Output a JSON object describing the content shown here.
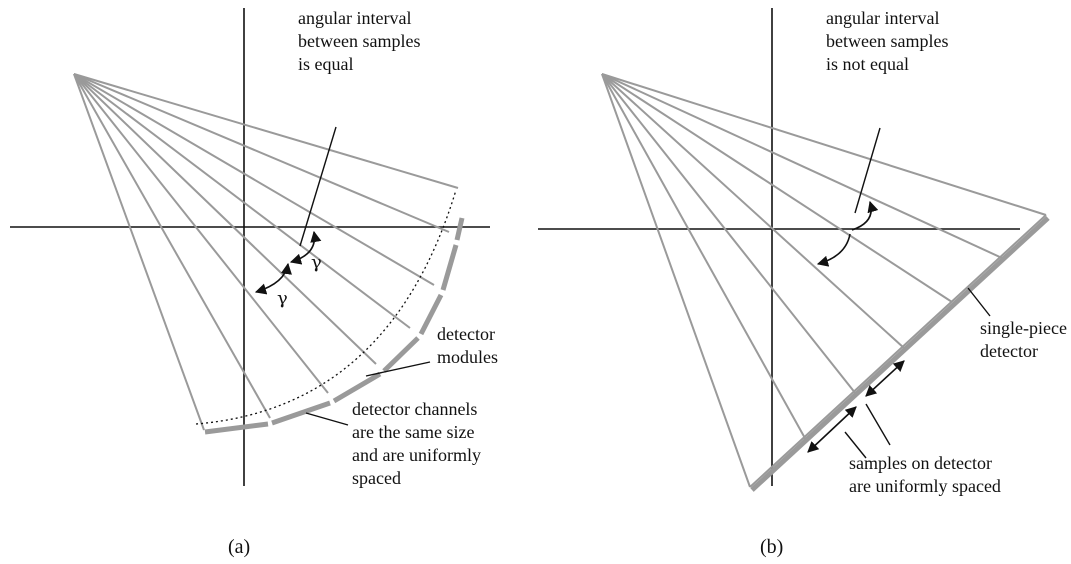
{
  "panel_a": {
    "caption": "(a)",
    "label_angular": [
      "angular interval",
      "between samples",
      "is equal"
    ],
    "gamma_1": "γ",
    "gamma_2": "γ",
    "label_modules": [
      "detector",
      "modules"
    ],
    "label_channels": [
      "detector channels",
      "are the same size",
      "and are uniformly",
      "spaced"
    ]
  },
  "panel_b": {
    "caption": "(b)",
    "label_angular": [
      "angular interval",
      "between samples",
      "is not equal"
    ],
    "label_detector": [
      "single-piece",
      "detector"
    ],
    "label_samples": [
      "samples on detector",
      "are uniformly spaced"
    ]
  },
  "colors": {
    "ray": "#9a9a9a",
    "axis": "#111111"
  }
}
